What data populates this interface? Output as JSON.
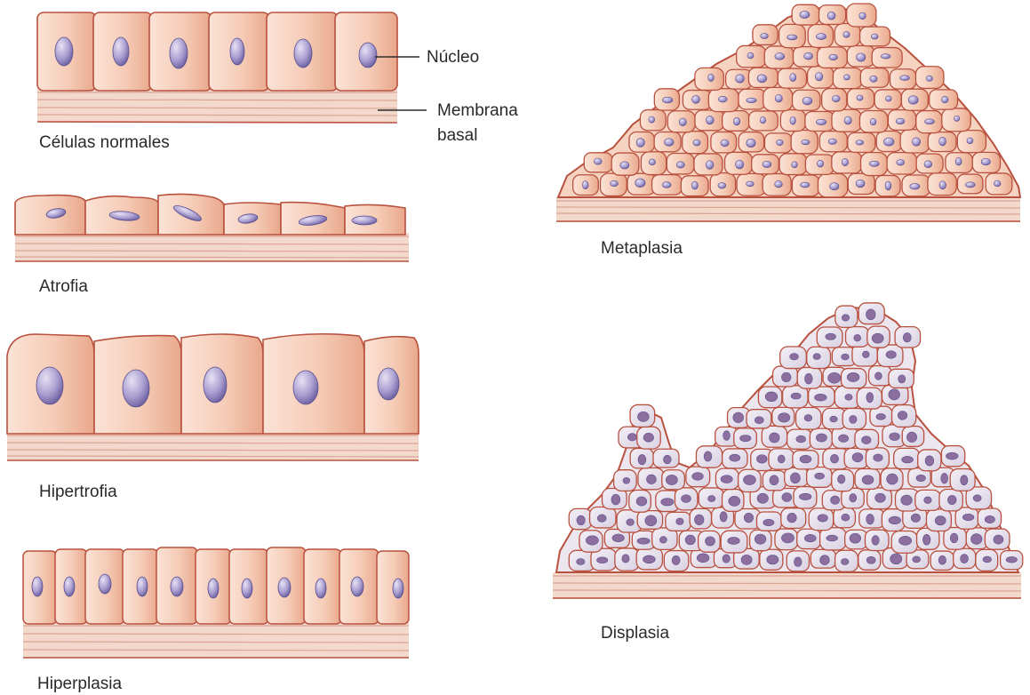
{
  "labels": {
    "nucleo": "Núcleo",
    "membrana_line1": "Membrana",
    "membrana_line2": "basal",
    "normales": "Células normales",
    "atrofia": "Atrofia",
    "hipertrofia": "Hipertrofia",
    "hiperplasia": "Hiperplasia",
    "metaplasia": "Metaplasia",
    "displasia": "Displasia"
  },
  "colors": {
    "cell_fill": "#f6cdb8",
    "cell_fill_dark": "#eaa98a",
    "cell_outline": "#b9513f",
    "nucleus": "#a89ccd",
    "nucleus_dark": "#6f62a3",
    "dysplasia_cell": "#e3dde9",
    "membrane": "#e9c3b3"
  }
}
